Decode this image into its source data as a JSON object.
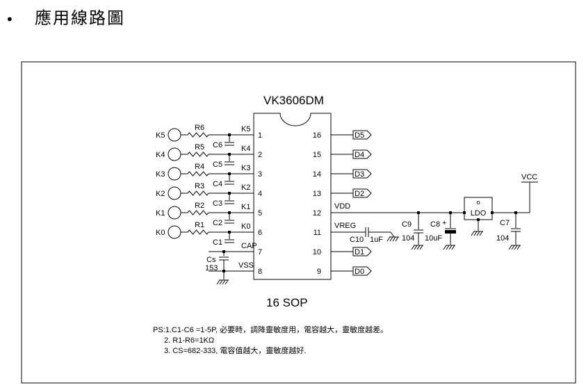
{
  "heading": {
    "bullet": "•",
    "title": "應用線路圖"
  },
  "chip": {
    "name": "VK3606DM",
    "package": "16 SOP"
  },
  "left_pins": [
    {
      "num": "1",
      "label": "K5"
    },
    {
      "num": "2",
      "label": "K4"
    },
    {
      "num": "3",
      "label": "K3"
    },
    {
      "num": "4",
      "label": "K2"
    },
    {
      "num": "5",
      "label": "K1"
    },
    {
      "num": "6",
      "label": "K0"
    },
    {
      "num": "7",
      "label": "CAP"
    },
    {
      "num": "8",
      "label": "VSS"
    }
  ],
  "right_pins": [
    {
      "num": "16",
      "label": ""
    },
    {
      "num": "15",
      "label": ""
    },
    {
      "num": "14",
      "label": ""
    },
    {
      "num": "13",
      "label": ""
    },
    {
      "num": "12",
      "label": "VDD"
    },
    {
      "num": "11",
      "label": "VREG"
    },
    {
      "num": "10",
      "label": ""
    },
    {
      "num": "9",
      "label": ""
    }
  ],
  "outputs": [
    "D5",
    "D4",
    "D3",
    "D2",
    "D1",
    "D0"
  ],
  "keys": [
    "K5",
    "K4",
    "K3",
    "K2",
    "K1",
    "K0"
  ],
  "resistors": [
    "R6",
    "R5",
    "R4",
    "R3",
    "R2",
    "R1"
  ],
  "caps_left": [
    "C6",
    "C5",
    "C4",
    "C3",
    "C2",
    "C1"
  ],
  "cs": {
    "label": "Cs",
    "value": "153"
  },
  "c10": {
    "label": "C10",
    "value": "1uF"
  },
  "c9": {
    "label": "C9",
    "value": "104"
  },
  "c8": {
    "label": "C8",
    "value": "10uF",
    "polarity": "+"
  },
  "c7": {
    "label": "C7",
    "value": "104"
  },
  "ldo": {
    "label": "LDO",
    "pin_mark": "o"
  },
  "vcc": "VCC",
  "notes": {
    "line1": "PS:1.C1-C6 =1-5P, 必要時，調降靈敏度用，電容越大，靈敏度越差。",
    "line2": "2. R1-R6=1KΩ",
    "line3": "3. CS=682-333, 電容值越大，靈敏度越好."
  }
}
